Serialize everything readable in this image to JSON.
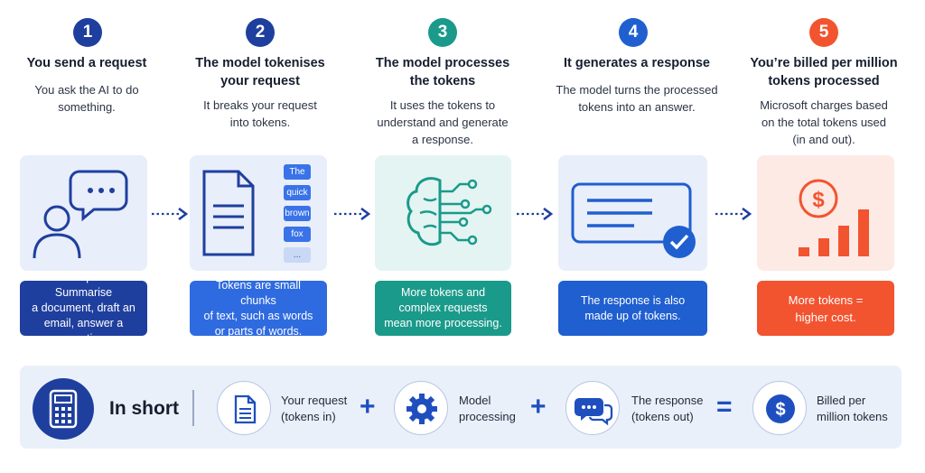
{
  "colors": {
    "step1": "#1f3f9e",
    "step2": "#1f3f9e",
    "step3": "#1a9a8a",
    "step4": "#1f5fd0",
    "step5": "#f25430",
    "accent_blue": "#1f4fbf"
  },
  "steps": [
    {
      "number": "1",
      "title_lines": [
        "You send a request"
      ],
      "desc_lines": [
        "You ask the AI to do",
        "something."
      ],
      "note_lines": [
        "Examples: Summarise",
        "a document, draft an",
        "email, answer a question"
      ],
      "icon": "user-chat-icon"
    },
    {
      "number": "2",
      "title_lines": [
        "The model tokenises",
        "your request"
      ],
      "desc_lines": [
        "It breaks your request",
        "into tokens."
      ],
      "note_lines": [
        "Tokens are small chunks",
        "of text, such as words",
        "or parts of words."
      ],
      "icon": "document-tokens-icon",
      "tokens": [
        "The",
        "quick",
        "brown",
        "fox",
        "..."
      ]
    },
    {
      "number": "3",
      "title_lines": [
        "The model processes",
        "the tokens"
      ],
      "desc_lines": [
        "It uses the tokens to",
        "understand and generate",
        "a response."
      ],
      "note_lines": [
        "More tokens and",
        "complex requests",
        "mean more processing."
      ],
      "icon": "brain-circuit-icon"
    },
    {
      "number": "4",
      "title_lines": [
        "It generates a response"
      ],
      "desc_lines": [
        "The model turns the processed",
        "tokens into an answer."
      ],
      "note_lines": [
        "The response is also",
        "made up of tokens."
      ],
      "icon": "response-check-icon"
    },
    {
      "number": "5",
      "title_lines": [
        "You’re billed per million",
        "tokens processed"
      ],
      "desc_lines": [
        "Microsoft charges based",
        "on the total tokens used",
        "(in and out)."
      ],
      "note_lines": [
        "More tokens =",
        "higher cost."
      ],
      "icon": "dollar-bars-icon"
    }
  ],
  "summary": {
    "heading": "In short",
    "items": [
      {
        "lines": [
          "Your request",
          "(tokens in)"
        ],
        "icon": "document-icon"
      },
      {
        "lines": [
          "Model",
          "processing"
        ],
        "icon": "gear-icon"
      },
      {
        "lines": [
          "The response",
          "(tokens out)"
        ],
        "icon": "chat-bubbles-icon"
      },
      {
        "lines": [
          "Billed per",
          "million tokens"
        ],
        "icon": "dollar-icon"
      }
    ],
    "operators": [
      "+",
      "+",
      "="
    ]
  }
}
